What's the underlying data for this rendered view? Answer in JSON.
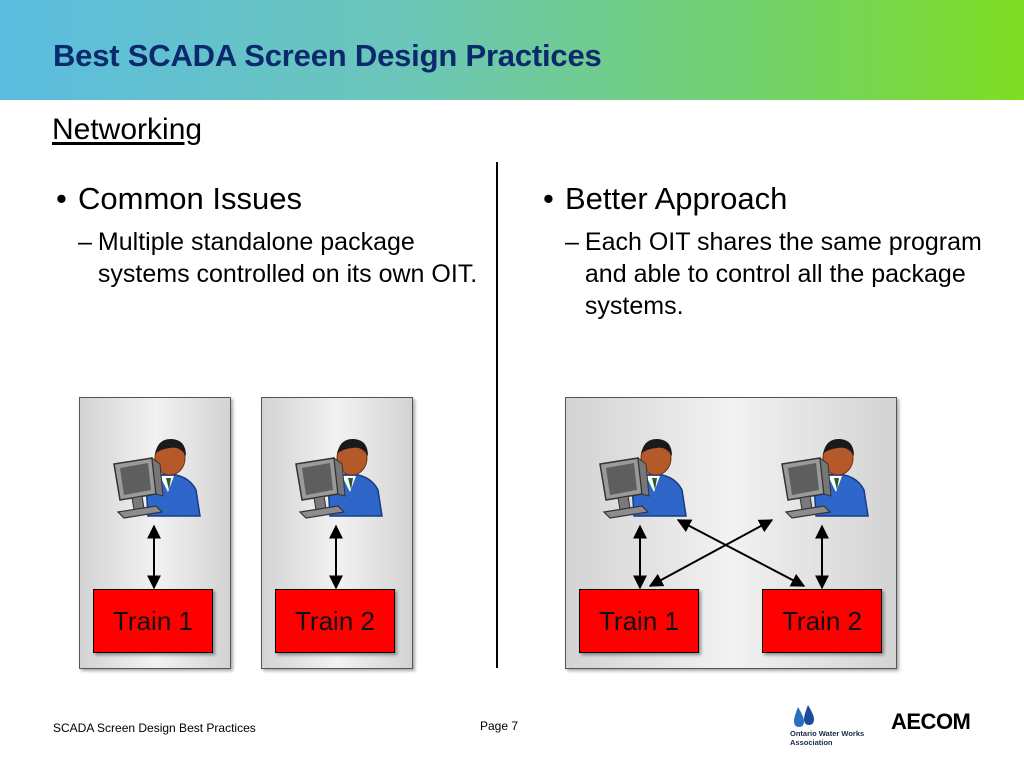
{
  "slide": {
    "title": "Best SCADA Screen Design Practices",
    "section": "Networking"
  },
  "left": {
    "bullet": "Common Issues",
    "sub": "Multiple standalone package systems controlled on its own OIT."
  },
  "right": {
    "bullet": "Better Approach",
    "sub": "Each OIT shares the same program and able to control all the package systems."
  },
  "diagram": {
    "left_panel_1": {
      "train": "Train 1"
    },
    "left_panel_2": {
      "train": "Train 2"
    },
    "right_panel": {
      "train_1": "Train 1",
      "train_2": "Train 2"
    }
  },
  "footer": {
    "text": "SCADA Screen Design Best Practices",
    "page": "Page 7",
    "logo_owwa_line1": "Ontario Water Works",
    "logo_owwa_line2": "Association",
    "logo_aecom": "AECOM"
  },
  "colors": {
    "title": "#0b2a6e",
    "train_box": "#ff0000",
    "header_gradient_start": "#5bbde0",
    "header_gradient_end": "#7fdd22"
  },
  "icons": {
    "operator": "user-at-computer-icon",
    "bullet": "bullet-dot",
    "sub_bullet": "en-dash"
  }
}
